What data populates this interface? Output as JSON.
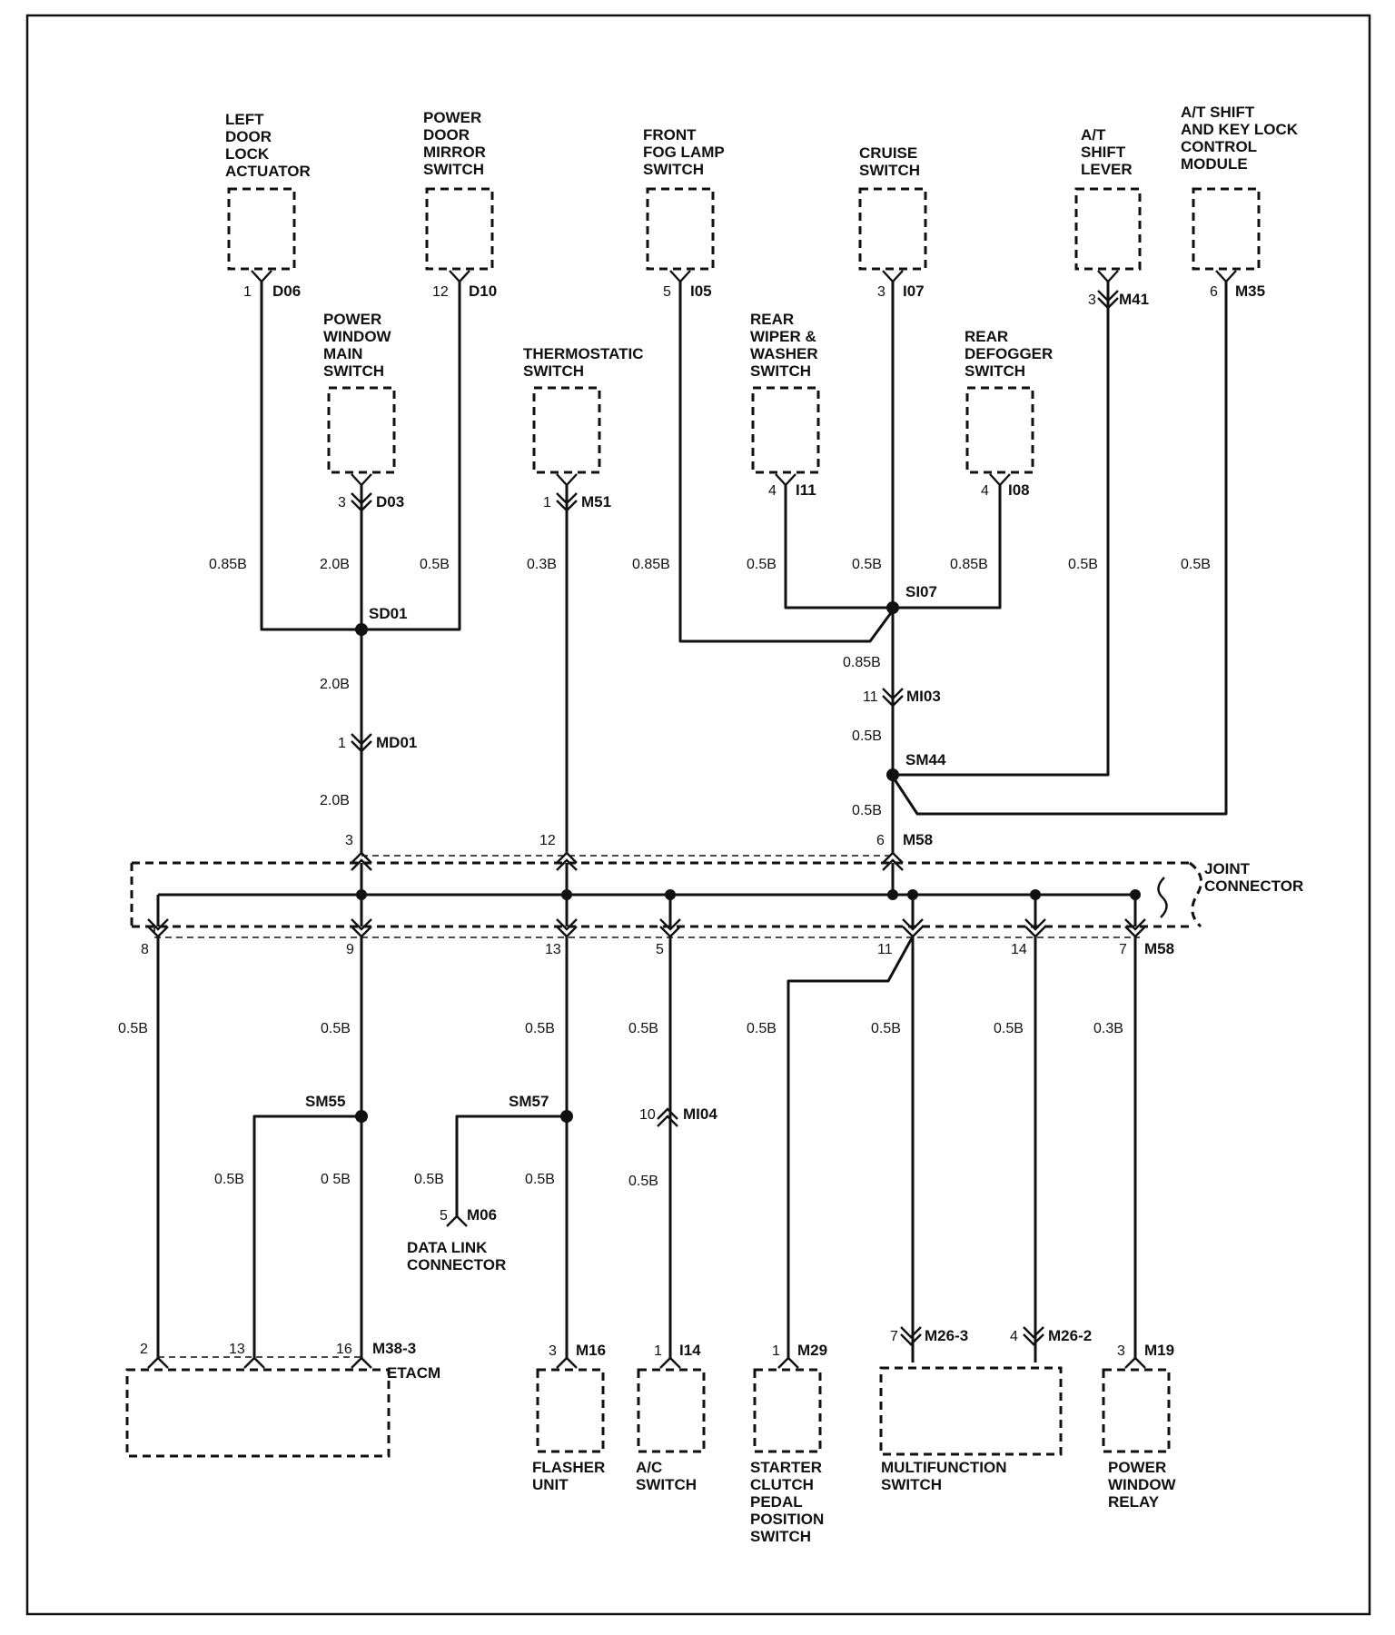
{
  "components": [
    {
      "id": "left_door_lock_actuator",
      "label": [
        "LEFT",
        "DOOR",
        "LOCK",
        "ACTUATOR"
      ]
    },
    {
      "id": "power_door_mirror_switch",
      "label": [
        "POWER",
        "DOOR",
        "MIRROR",
        "SWITCH"
      ]
    },
    {
      "id": "front_fog_lamp_switch",
      "label": [
        "FRONT",
        "FOG LAMP",
        "SWITCH"
      ]
    },
    {
      "id": "cruise_switch",
      "label": [
        "CRUISE",
        "SWITCH"
      ]
    },
    {
      "id": "at_shift_lever",
      "label": [
        "A/T",
        "SHIFT",
        "LEVER"
      ]
    },
    {
      "id": "at_shift_key_lock_module",
      "label": [
        "A/T SHIFT",
        "AND KEY LOCK",
        "CONTROL",
        "MODULE"
      ]
    },
    {
      "id": "power_window_main_switch",
      "label": [
        "POWER",
        "WINDOW",
        "MAIN",
        "SWITCH"
      ]
    },
    {
      "id": "thermostatic_switch",
      "label": [
        "THERMOSTATIC",
        "SWITCH"
      ]
    },
    {
      "id": "rear_wiper_washer_switch",
      "label": [
        "REAR",
        "WIPER &",
        "WASHER",
        "SWITCH"
      ]
    },
    {
      "id": "rear_defogger_switch",
      "label": [
        "REAR",
        "DEFOGGER",
        "SWITCH"
      ]
    },
    {
      "id": "joint_connector",
      "label": [
        "JOINT",
        "CONNECTOR"
      ]
    },
    {
      "id": "etacm",
      "label": [
        "ETACM"
      ]
    },
    {
      "id": "data_link_connector",
      "label": [
        "DATA LINK",
        "CONNECTOR"
      ]
    },
    {
      "id": "flasher_unit",
      "label": [
        "FLASHER",
        "UNIT"
      ]
    },
    {
      "id": "ac_switch",
      "label": [
        "A/C",
        "SWITCH"
      ]
    },
    {
      "id": "starter_clutch_switch",
      "label": [
        "STARTER",
        "CLUTCH",
        "PEDAL",
        "POSITION",
        "SWITCH"
      ]
    },
    {
      "id": "multifunction_switch",
      "label": [
        "MULTIFUNCTION",
        "SWITCH"
      ]
    },
    {
      "id": "power_window_relay",
      "label": [
        "POWER",
        "WINDOW",
        "RELAY"
      ]
    }
  ],
  "connectors": [
    {
      "id": "d06",
      "pin": "1",
      "name": "D06"
    },
    {
      "id": "d10",
      "pin": "12",
      "name": "D10"
    },
    {
      "id": "i05",
      "pin": "5",
      "name": "I05"
    },
    {
      "id": "i07",
      "pin": "3",
      "name": "I07"
    },
    {
      "id": "m41",
      "pin": "3",
      "name": "M41"
    },
    {
      "id": "m35",
      "pin": "6",
      "name": "M35"
    },
    {
      "id": "d03",
      "pin": "3",
      "name": "D03"
    },
    {
      "id": "m51",
      "pin": "1",
      "name": "M51"
    },
    {
      "id": "i11",
      "pin": "4",
      "name": "I11"
    },
    {
      "id": "i08",
      "pin": "4",
      "name": "I08"
    },
    {
      "id": "mi03",
      "pin": "11",
      "name": "MI03"
    },
    {
      "id": "md01",
      "pin": "1",
      "name": "MD01"
    },
    {
      "id": "m58_top",
      "pins": [
        "3",
        "12",
        "6"
      ],
      "name": "M58"
    },
    {
      "id": "m58_bottom",
      "pins": [
        "8",
        "9",
        "13",
        "5",
        "11",
        "14",
        "7"
      ],
      "name": "M58"
    },
    {
      "id": "mi04",
      "pin": "10",
      "name": "MI04"
    },
    {
      "id": "m06",
      "pin": "5",
      "name": "M06"
    },
    {
      "id": "m38_3",
      "pins": [
        "2",
        "13",
        "16"
      ],
      "name": "M38-3"
    },
    {
      "id": "m16",
      "pin": "3",
      "name": "M16"
    },
    {
      "id": "i14",
      "pin": "1",
      "name": "I14"
    },
    {
      "id": "m29",
      "pin": "1",
      "name": "M29"
    },
    {
      "id": "m26_3",
      "pin": "7",
      "name": "M26-3"
    },
    {
      "id": "m26_2",
      "pin": "4",
      "name": "M26-2"
    },
    {
      "id": "m19",
      "pin": "3",
      "name": "M19"
    }
  ],
  "splices": [
    "SD01",
    "SI07",
    "SM44",
    "SM55",
    "SM57"
  ],
  "wire_specs": {
    "d06_wire": "0.85B",
    "d03_wire": "2.0B",
    "d10_wire": "0.5B",
    "m51_wire": "0.3B",
    "i05_wire": "0.85B",
    "i11_wire": "0.5B",
    "i07_wire": "0.5B",
    "i08_wire": "0.85B",
    "m41_wire": "0.5B",
    "m35_wire": "0.5B",
    "sd01_md01_wire": "2.0B",
    "md01_m58_wire": "2.0B",
    "si07_mi03_wire": "0.85B",
    "mi03_sm44_wire": "0.5B",
    "sm44_m58_wire": "0.5B",
    "m58_8_wire": "0.5B",
    "m58_9_wire": "0.5B",
    "m58_13_wire": "0.5B",
    "m58_5_wire": "0.5B",
    "m58_11_wire": "0.5B",
    "m58_14_wire": "0.5B",
    "m58_7_wire": "0.3B",
    "sm55_13_wire": "0.5B",
    "sm55_16_wire": "0 5B",
    "sm57_m06_wire": "0.5B",
    "sm57_m16_wire": "0.5B",
    "mi04_i14_wire": "0.5B"
  }
}
